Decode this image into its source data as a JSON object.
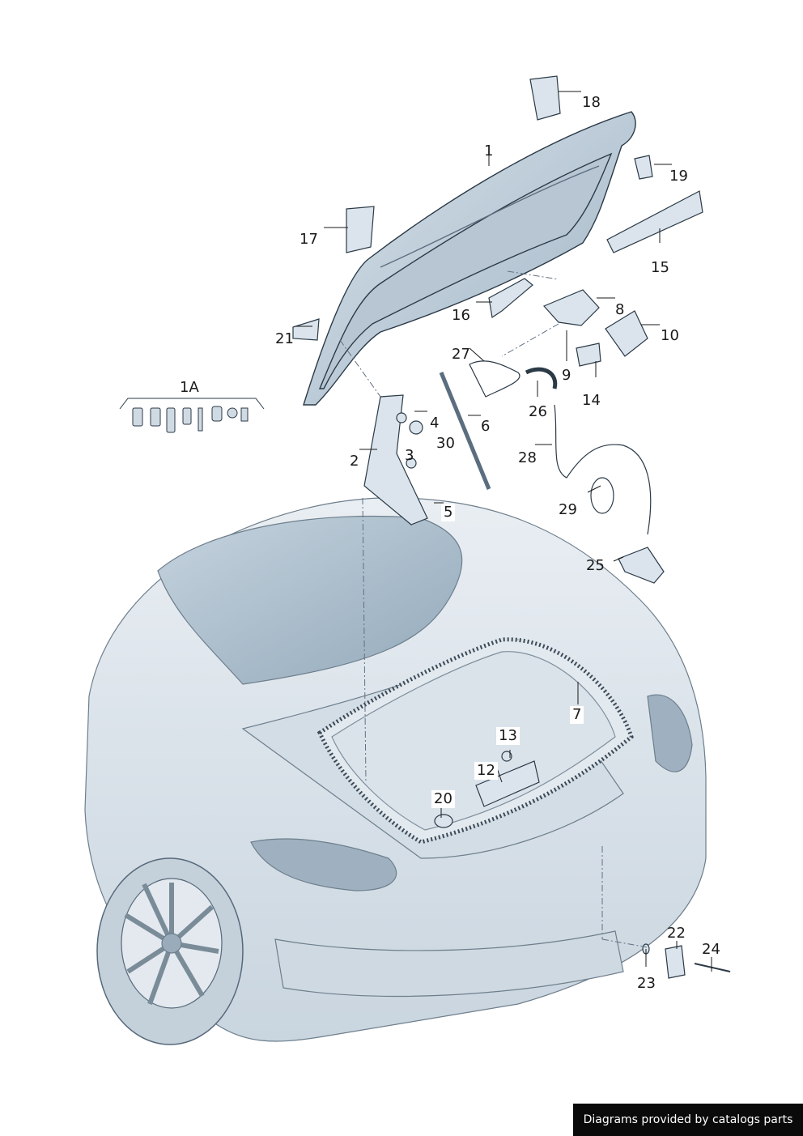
{
  "callouts": [
    {
      "id": "1",
      "text": "1"
    },
    {
      "id": "1A",
      "text": "1A"
    },
    {
      "id": "2",
      "text": "2"
    },
    {
      "id": "3",
      "text": "3"
    },
    {
      "id": "4",
      "text": "4"
    },
    {
      "id": "5",
      "text": "5"
    },
    {
      "id": "6",
      "text": "6"
    },
    {
      "id": "7",
      "text": "7"
    },
    {
      "id": "8",
      "text": "8"
    },
    {
      "id": "9",
      "text": "9"
    },
    {
      "id": "10",
      "text": "10"
    },
    {
      "id": "12",
      "text": "12"
    },
    {
      "id": "13",
      "text": "13"
    },
    {
      "id": "14",
      "text": "14"
    },
    {
      "id": "15",
      "text": "15"
    },
    {
      "id": "16",
      "text": "16"
    },
    {
      "id": "17",
      "text": "17"
    },
    {
      "id": "18",
      "text": "18"
    },
    {
      "id": "19",
      "text": "19"
    },
    {
      "id": "20",
      "text": "20"
    },
    {
      "id": "21",
      "text": "21"
    },
    {
      "id": "22",
      "text": "22"
    },
    {
      "id": "23",
      "text": "23"
    },
    {
      "id": "24",
      "text": "24"
    },
    {
      "id": "25",
      "text": "25"
    },
    {
      "id": "26",
      "text": "26"
    },
    {
      "id": "27",
      "text": "27"
    },
    {
      "id": "28",
      "text": "28"
    },
    {
      "id": "29",
      "text": "29"
    },
    {
      "id": "30",
      "text": "30"
    }
  ],
  "credit": "Diagrams provided by catalogs parts",
  "colors": {
    "part_fill": "#dde6ee",
    "part_shade": "#aebfcc",
    "outline": "#2b3a47",
    "glass": "#a9bccb",
    "leader": "#1a1a1a"
  }
}
